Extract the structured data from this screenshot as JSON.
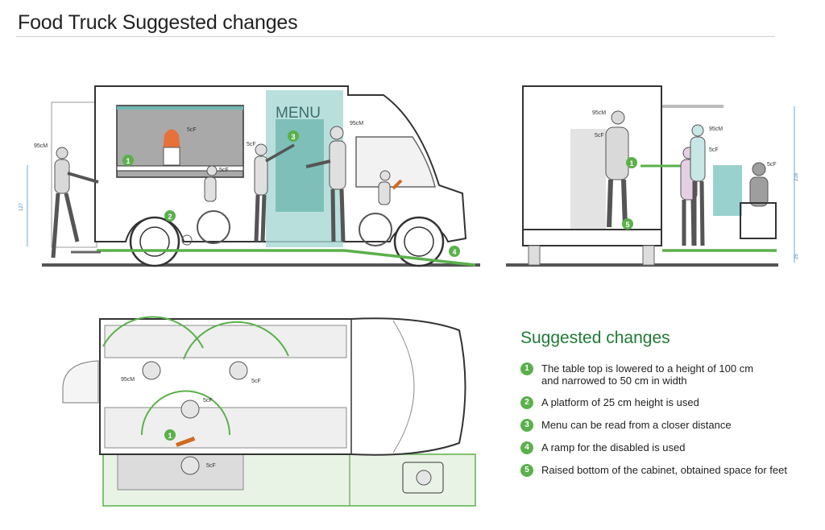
{
  "page": {
    "title": "Food Truck Suggested changes"
  },
  "labels": {
    "menu": "MENU",
    "m95": "95cM",
    "f5": "5cF",
    "m95b": "95cM",
    "f5b": "5cF",
    "f5c": "5cF",
    "m95c": "95cM",
    "f5d": "5cF",
    "f5e": "5cF",
    "m95d": "95cM",
    "f5f": "5cF",
    "f5g": "5cF",
    "f5h": "5cF",
    "dim_side": "127",
    "dim_rear_h": "218",
    "dim_rear_b": "25"
  },
  "markers": {
    "m1": "1",
    "m2": "2",
    "m3": "3",
    "m4": "4",
    "m5": "5",
    "m1b": "1",
    "m1c": "1"
  },
  "legend": {
    "heading": "Suggested changes",
    "items": [
      {
        "num": "1",
        "text": "The table top is lowered to a height of 100 cm\nand narrowed to 50 cm in width"
      },
      {
        "num": "2",
        "text": "A platform of 25 cm height is used"
      },
      {
        "num": "3",
        "text": "Menu can be read from a closer distance"
      },
      {
        "num": "4",
        "text": "A ramp for the disabled is used"
      },
      {
        "num": "5",
        "text": "Raised bottom of the cabinet, obtained space for feet"
      }
    ]
  },
  "colors": {
    "accent": "#5bb04b",
    "heading": "#1f7a35",
    "teal": "#7fc6c3",
    "gray": "#a7a7a7"
  }
}
